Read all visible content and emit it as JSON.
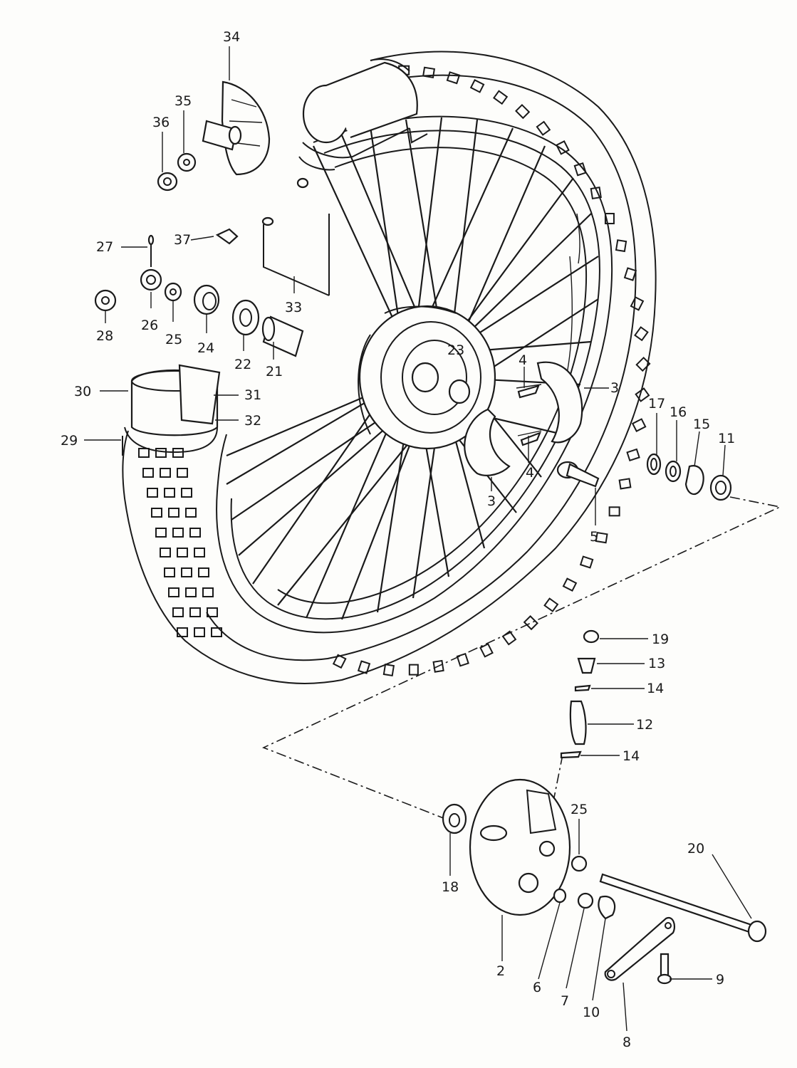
{
  "diagram": {
    "callouts": [
      {
        "id": "34",
        "text": "34"
      },
      {
        "id": "35",
        "text": "35"
      },
      {
        "id": "36",
        "text": "36"
      },
      {
        "id": "37",
        "text": "37"
      },
      {
        "id": "27",
        "text": "27"
      },
      {
        "id": "26",
        "text": "26"
      },
      {
        "id": "25a",
        "text": "25"
      },
      {
        "id": "24",
        "text": "24"
      },
      {
        "id": "22",
        "text": "22"
      },
      {
        "id": "21",
        "text": "21"
      },
      {
        "id": "28",
        "text": "28"
      },
      {
        "id": "33",
        "text": "33"
      },
      {
        "id": "23",
        "text": "23"
      },
      {
        "id": "30",
        "text": "30"
      },
      {
        "id": "31",
        "text": "31"
      },
      {
        "id": "32",
        "text": "32"
      },
      {
        "id": "29",
        "text": "29"
      },
      {
        "id": "4a",
        "text": "4"
      },
      {
        "id": "4b",
        "text": "4"
      },
      {
        "id": "3a",
        "text": "3"
      },
      {
        "id": "3b",
        "text": "3"
      },
      {
        "id": "17",
        "text": "17"
      },
      {
        "id": "16",
        "text": "16"
      },
      {
        "id": "15",
        "text": "15"
      },
      {
        "id": "11",
        "text": "11"
      },
      {
        "id": "5",
        "text": "5"
      },
      {
        "id": "19",
        "text": "19"
      },
      {
        "id": "13",
        "text": "13"
      },
      {
        "id": "14a",
        "text": "14"
      },
      {
        "id": "12",
        "text": "12"
      },
      {
        "id": "14b",
        "text": "14"
      },
      {
        "id": "25b",
        "text": "25"
      },
      {
        "id": "20",
        "text": "20"
      },
      {
        "id": "18",
        "text": "18"
      },
      {
        "id": "2",
        "text": "2"
      },
      {
        "id": "6",
        "text": "6"
      },
      {
        "id": "7",
        "text": "7"
      },
      {
        "id": "10",
        "text": "10"
      },
      {
        "id": "9",
        "text": "9"
      },
      {
        "id": "8",
        "text": "8"
      }
    ]
  }
}
